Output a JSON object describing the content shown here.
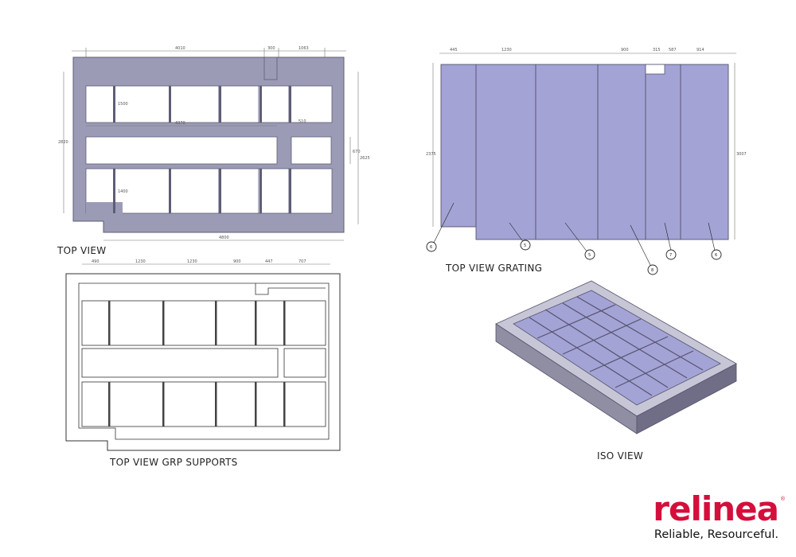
{
  "labels": {
    "top_view": "TOP VIEW",
    "top_view_grating": "TOP VIEW GRATING",
    "top_view_grp_supports": "TOP VIEW GRP SUPPORTS",
    "iso_view": "ISO VIEW"
  },
  "top_view_dims": {
    "top_a": "4010",
    "top_b": "300",
    "top_c": "1063",
    "left_h": "2820",
    "inner_a": "1500",
    "inner_b": "4370",
    "inner_c": "510",
    "inner_d": "1400",
    "right_a": "670",
    "right_b": "2625",
    "bottom": "4800"
  },
  "grating_dims": {
    "top": [
      "445",
      "1230",
      "900",
      "315",
      "587",
      "914"
    ],
    "left": "2375",
    "right": "3007"
  },
  "grating_callouts": [
    "6",
    "5",
    "5",
    "8",
    "7",
    "6"
  ],
  "grp_dims": {
    "top": [
      "490",
      "1230",
      "1230",
      "900",
      "447",
      "707"
    ]
  },
  "colors": {
    "frame": "#9c9bb6",
    "frame_edge": "#5e5d77",
    "grating": "#a4a3d6",
    "grating_edge": "#55546e",
    "brand": "#d40f3c"
  },
  "brand": {
    "name": "relinea",
    "registered": "®",
    "tagline": "Reliable, Resourceful."
  }
}
